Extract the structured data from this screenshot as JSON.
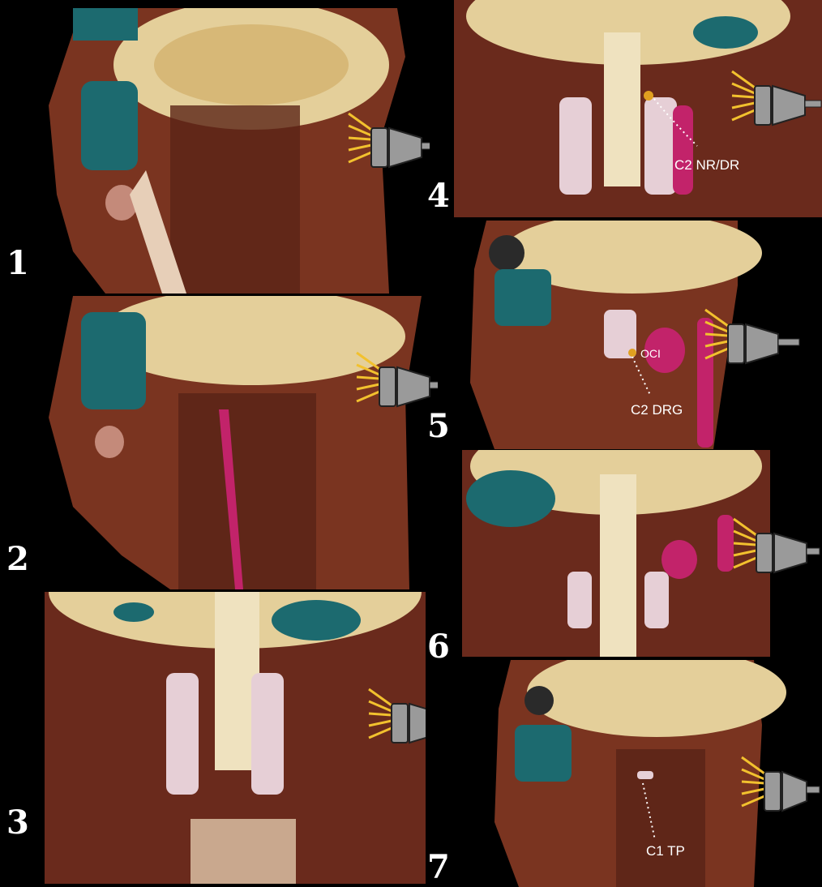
{
  "panels": [
    {
      "number": "1"
    },
    {
      "number": "2"
    },
    {
      "number": "3"
    },
    {
      "number": "4",
      "annotations": [
        "C2 NR/DR"
      ]
    },
    {
      "number": "5",
      "annotations": [
        "OCI",
        "C2 DRG"
      ]
    },
    {
      "number": "6"
    },
    {
      "number": "7",
      "annotations": [
        "C1 TP"
      ]
    }
  ],
  "colors": {
    "background": "#000000",
    "tissue_pale": "#e9d6a6",
    "muscle": "#6b2a1c",
    "airway": "#1c6a6f",
    "vessel": "#c2236a",
    "probe": "#9a9a9a",
    "waves": "#f2c12e"
  },
  "icons": [
    "ultrasound-probe-icon",
    "ultrasound-wave-icon",
    "dotted-arrow-icon"
  ]
}
